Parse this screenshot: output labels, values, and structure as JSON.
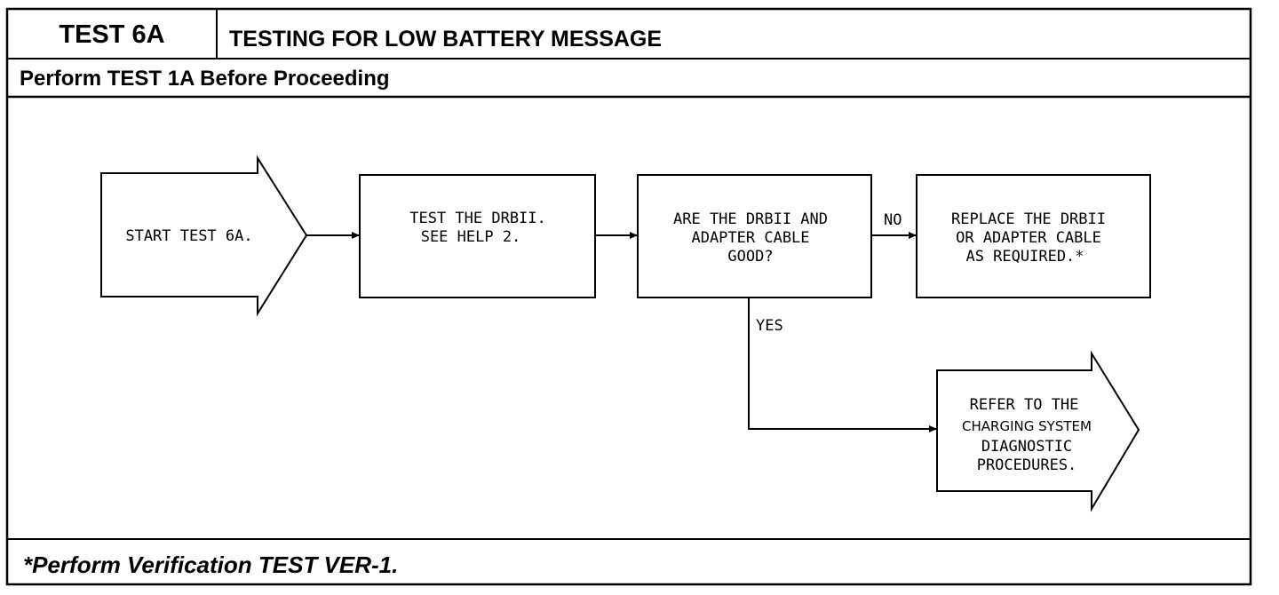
{
  "header": {
    "test_id": "TEST 6A",
    "title": "TESTING FOR LOW BATTERY MESSAGE",
    "prerequisite": "Perform TEST 1A Before Proceeding"
  },
  "flow": {
    "start": {
      "line1": "START TEST 6A."
    },
    "step1": {
      "line1": "TEST THE DRBII.",
      "line2": "SEE HELP 2."
    },
    "decision": {
      "line1": "ARE THE DRBII AND",
      "line2": "ADAPTER CABLE",
      "line3": "GOOD?"
    },
    "no_label": "NO",
    "yes_label": "YES",
    "replace": {
      "line1": "REPLACE THE DRBII",
      "line2": "OR ADAPTER CABLE",
      "line3": "AS REQUIRED.*"
    },
    "refer": {
      "line1": "REFER TO THE",
      "line2": "CHARGING SYSTEM",
      "line3": "DIAGNOSTIC",
      "line4": "PROCEDURES."
    }
  },
  "footer": {
    "note": "*Perform Verification TEST VER-1."
  }
}
